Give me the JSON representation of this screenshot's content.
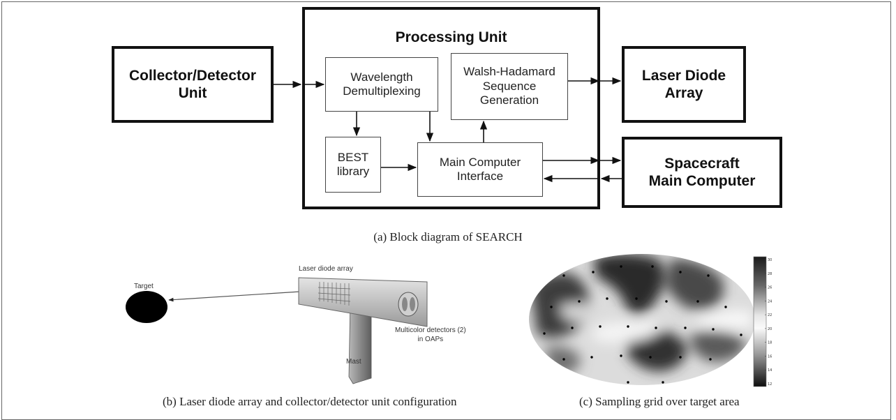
{
  "block_diagram": {
    "collector": "Collector/Detector\nUnit",
    "processing_title": "Processing Unit",
    "wavelength": "Wavelength\nDemultiplexing",
    "walsh": "Walsh-Hadamard\nSequence\nGeneration",
    "best": "BEST\nlibrary",
    "main_interface": "Main Computer\nInterface",
    "laser_array": "Laser Diode\nArray",
    "spacecraft": "Spacecraft\nMain Computer",
    "caption": "(a) Block diagram of SEARCH"
  },
  "config_figure": {
    "target": "Target",
    "laser_label": "Laser diode array",
    "detectors_label": "Multicolor detectors (2)\nin OAPs",
    "mast_label": "Mast",
    "caption": "(b) Laser diode array and collector/detector unit configuration"
  },
  "grid_figure": {
    "colorbar_ticks": [
      "30",
      "28",
      "26",
      "24",
      "22",
      "20",
      "18",
      "16",
      "14",
      "12"
    ],
    "caption": "(c) Sampling grid over target area"
  }
}
